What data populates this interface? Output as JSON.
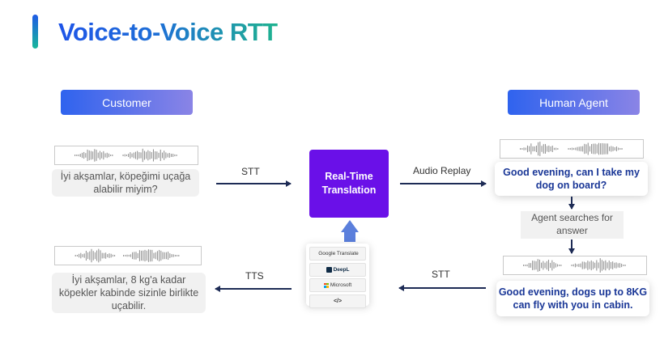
{
  "title": "Voice-to-Voice RTT",
  "customer": {
    "role": "Customer",
    "message_in": "İyi akşamlar, köpeğimi uçağa alabilir miyim?",
    "message_out": "İyi akşamlar, 8 kg'a kadar köpekler kabinde sizinle birlikte uçabilir."
  },
  "agent": {
    "role": "Human Agent",
    "message_in": "Good evening, can I take my dog on board?",
    "searching": "Agent searches for answer",
    "message_out": "Good evening, dogs up to 8KG can fly with you in cabin."
  },
  "center": {
    "label": "Real-Time Translation"
  },
  "edges": {
    "stt_left": "STT",
    "audio_replay": "Audio Replay",
    "stt_right": "STT",
    "tts": "TTS"
  },
  "providers": [
    {
      "name": "Google Translate",
      "icon": "google-logo"
    },
    {
      "name": "DeepL",
      "icon": "deepl-logo"
    },
    {
      "name": "Microsoft",
      "icon": "microsoft-logo"
    },
    {
      "name": "</>",
      "icon": "code-icon"
    }
  ],
  "colors": {
    "title_gradient_start": "#1e54e8",
    "title_gradient_end": "#1fb38f",
    "center_box": "#6a10e8",
    "agent_text": "#1a3797",
    "arrow": "#1d2b55",
    "up_arrow": "#5b7fdc"
  }
}
